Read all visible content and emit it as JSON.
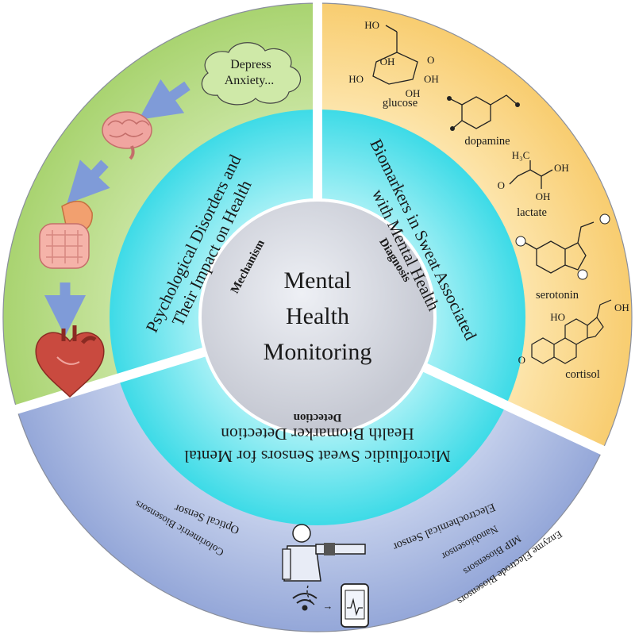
{
  "center": {
    "lines": [
      "Mental",
      "Health",
      "Monitoring"
    ]
  },
  "sections": {
    "mechanism": {
      "tag": "Mechanism",
      "title_lines": [
        "Psychological Disorders and",
        "Their Impact on Health"
      ],
      "cloud_lines": [
        "Depress",
        "Anxiety..."
      ],
      "icons": [
        "brain-icon",
        "intestines-icon",
        "heart-icon"
      ]
    },
    "diagnosis": {
      "tag": "Diagnosis",
      "title_lines": [
        "Biomarkers in Sweat Associated",
        "with Mental Health"
      ],
      "molecules": [
        "glucose",
        "dopamine",
        "lactate",
        "serotonin",
        "cortisol"
      ]
    },
    "detection": {
      "tag": "Detection",
      "title_lines": [
        "Microfluidic Sweat Sensors for Mental",
        "Health Biomarker Detection"
      ],
      "electrochemical": {
        "heading": "Electrochemical Sensor",
        "items": [
          "Nanobiosensor",
          "MIP Biosensors",
          "Enzyme Electrode Biosensors"
        ]
      },
      "optical": {
        "heading": "Optical  Sensor",
        "items": [
          "Colorimetric Biosensors"
        ]
      }
    }
  },
  "colors": {
    "green_outer": "#b9db8a",
    "yellow_outer": "#fbd98b",
    "blue_outer": "#aab7e0",
    "cyan_ring": "#4fe0ea",
    "center_disc": "#d6d8e0",
    "gap": "#ffffff"
  }
}
